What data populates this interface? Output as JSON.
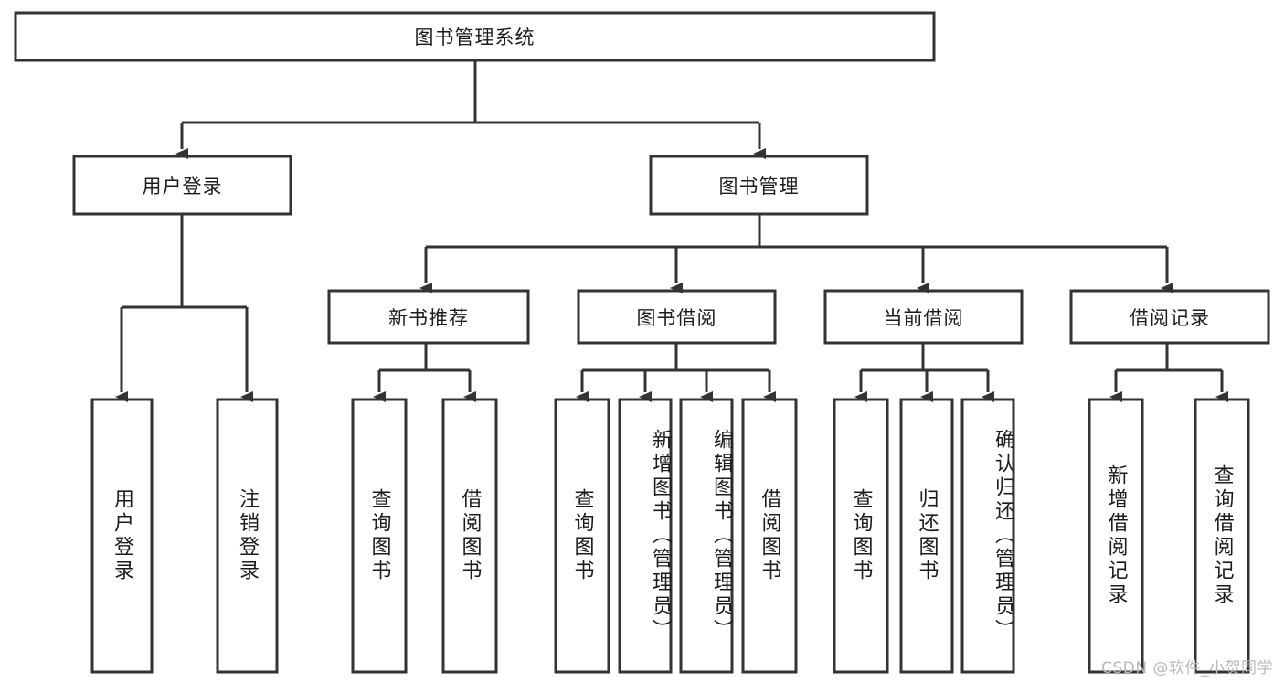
{
  "diagram": {
    "title": "图书管理系统",
    "type": "tree",
    "colors": {
      "box_stroke": "#333333",
      "box_fill": "#ffffff",
      "text": "#1c1c1c",
      "watermark": "#b9b9b9",
      "background": "#ffffff"
    },
    "root": {
      "label": "图书管理系统"
    },
    "level2": [
      {
        "label": "用户登录"
      },
      {
        "label": "图书管理"
      }
    ],
    "level3": [
      {
        "label": "新书推荐"
      },
      {
        "label": "图书借阅"
      },
      {
        "label": "当前借阅"
      },
      {
        "label": "借阅记录"
      }
    ],
    "leaves": {
      "user_login": [
        {
          "label": "用户登录"
        },
        {
          "label": "注销登录"
        }
      ],
      "new_book_recommend": [
        {
          "label": "查询图书"
        },
        {
          "label": "借阅图书"
        }
      ],
      "book_borrow": [
        {
          "label": "查询图书"
        },
        {
          "label": "新增图书（管理员）"
        },
        {
          "label": "编辑图书（管理员）"
        },
        {
          "label": "借阅图书"
        }
      ],
      "current_borrow": [
        {
          "label": "查询图书"
        },
        {
          "label": "归还图书"
        },
        {
          "label": "确认归还（管理员）"
        }
      ],
      "borrow_record": [
        {
          "label": "新增借阅记录"
        },
        {
          "label": "查询借阅记录"
        }
      ]
    }
  },
  "watermark": {
    "text": "CSDN @软件_小贺同学"
  }
}
